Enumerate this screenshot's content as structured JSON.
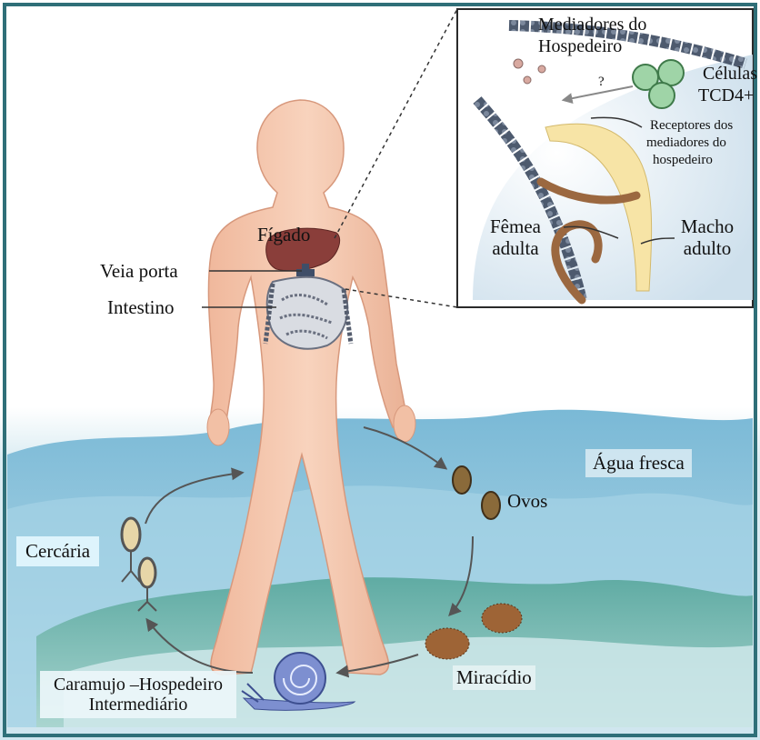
{
  "labels": {
    "figado": "Fígado",
    "veia_porta": "Veia porta",
    "intestino": "Intestino",
    "mediadores": [
      "Mediadores do",
      "Hospedeiro"
    ],
    "celulas": [
      "Células",
      "TCD4+"
    ],
    "receptores": [
      "Receptores dos",
      "mediadores do",
      "hospedeiro"
    ],
    "femea": [
      "Fêmea",
      "adulta"
    ],
    "macho": [
      "Macho",
      "adulto"
    ],
    "question_mark": "?",
    "agua": "Água fresca",
    "ovos": "Ovos",
    "cercaria": "Cercária",
    "miracidio": "Miracídio",
    "caramujo": [
      "Caramujo –Hospedeiro",
      "Intermediário"
    ]
  },
  "colors": {
    "frame": "#2f6f78",
    "skin": "#f3c3a8",
    "skin_shadow": "#e1a08a",
    "water": "#8fc8de",
    "land": "#6fb2a8",
    "liver": "#8a3e3a",
    "intestine": "#cfd3da",
    "vessel": "#3f4e68",
    "male_worm": "#f7e4a6",
    "female_worm": "#9b6840",
    "cell": "#9fd4a7",
    "snail": "#7d8fd0",
    "egg": "#8a6a3a",
    "miracidium": "#9e6436"
  },
  "icons": [
    "snail-icon",
    "cercaria-icon",
    "egg-icon",
    "miracidium-icon",
    "t-cell-icon"
  ]
}
